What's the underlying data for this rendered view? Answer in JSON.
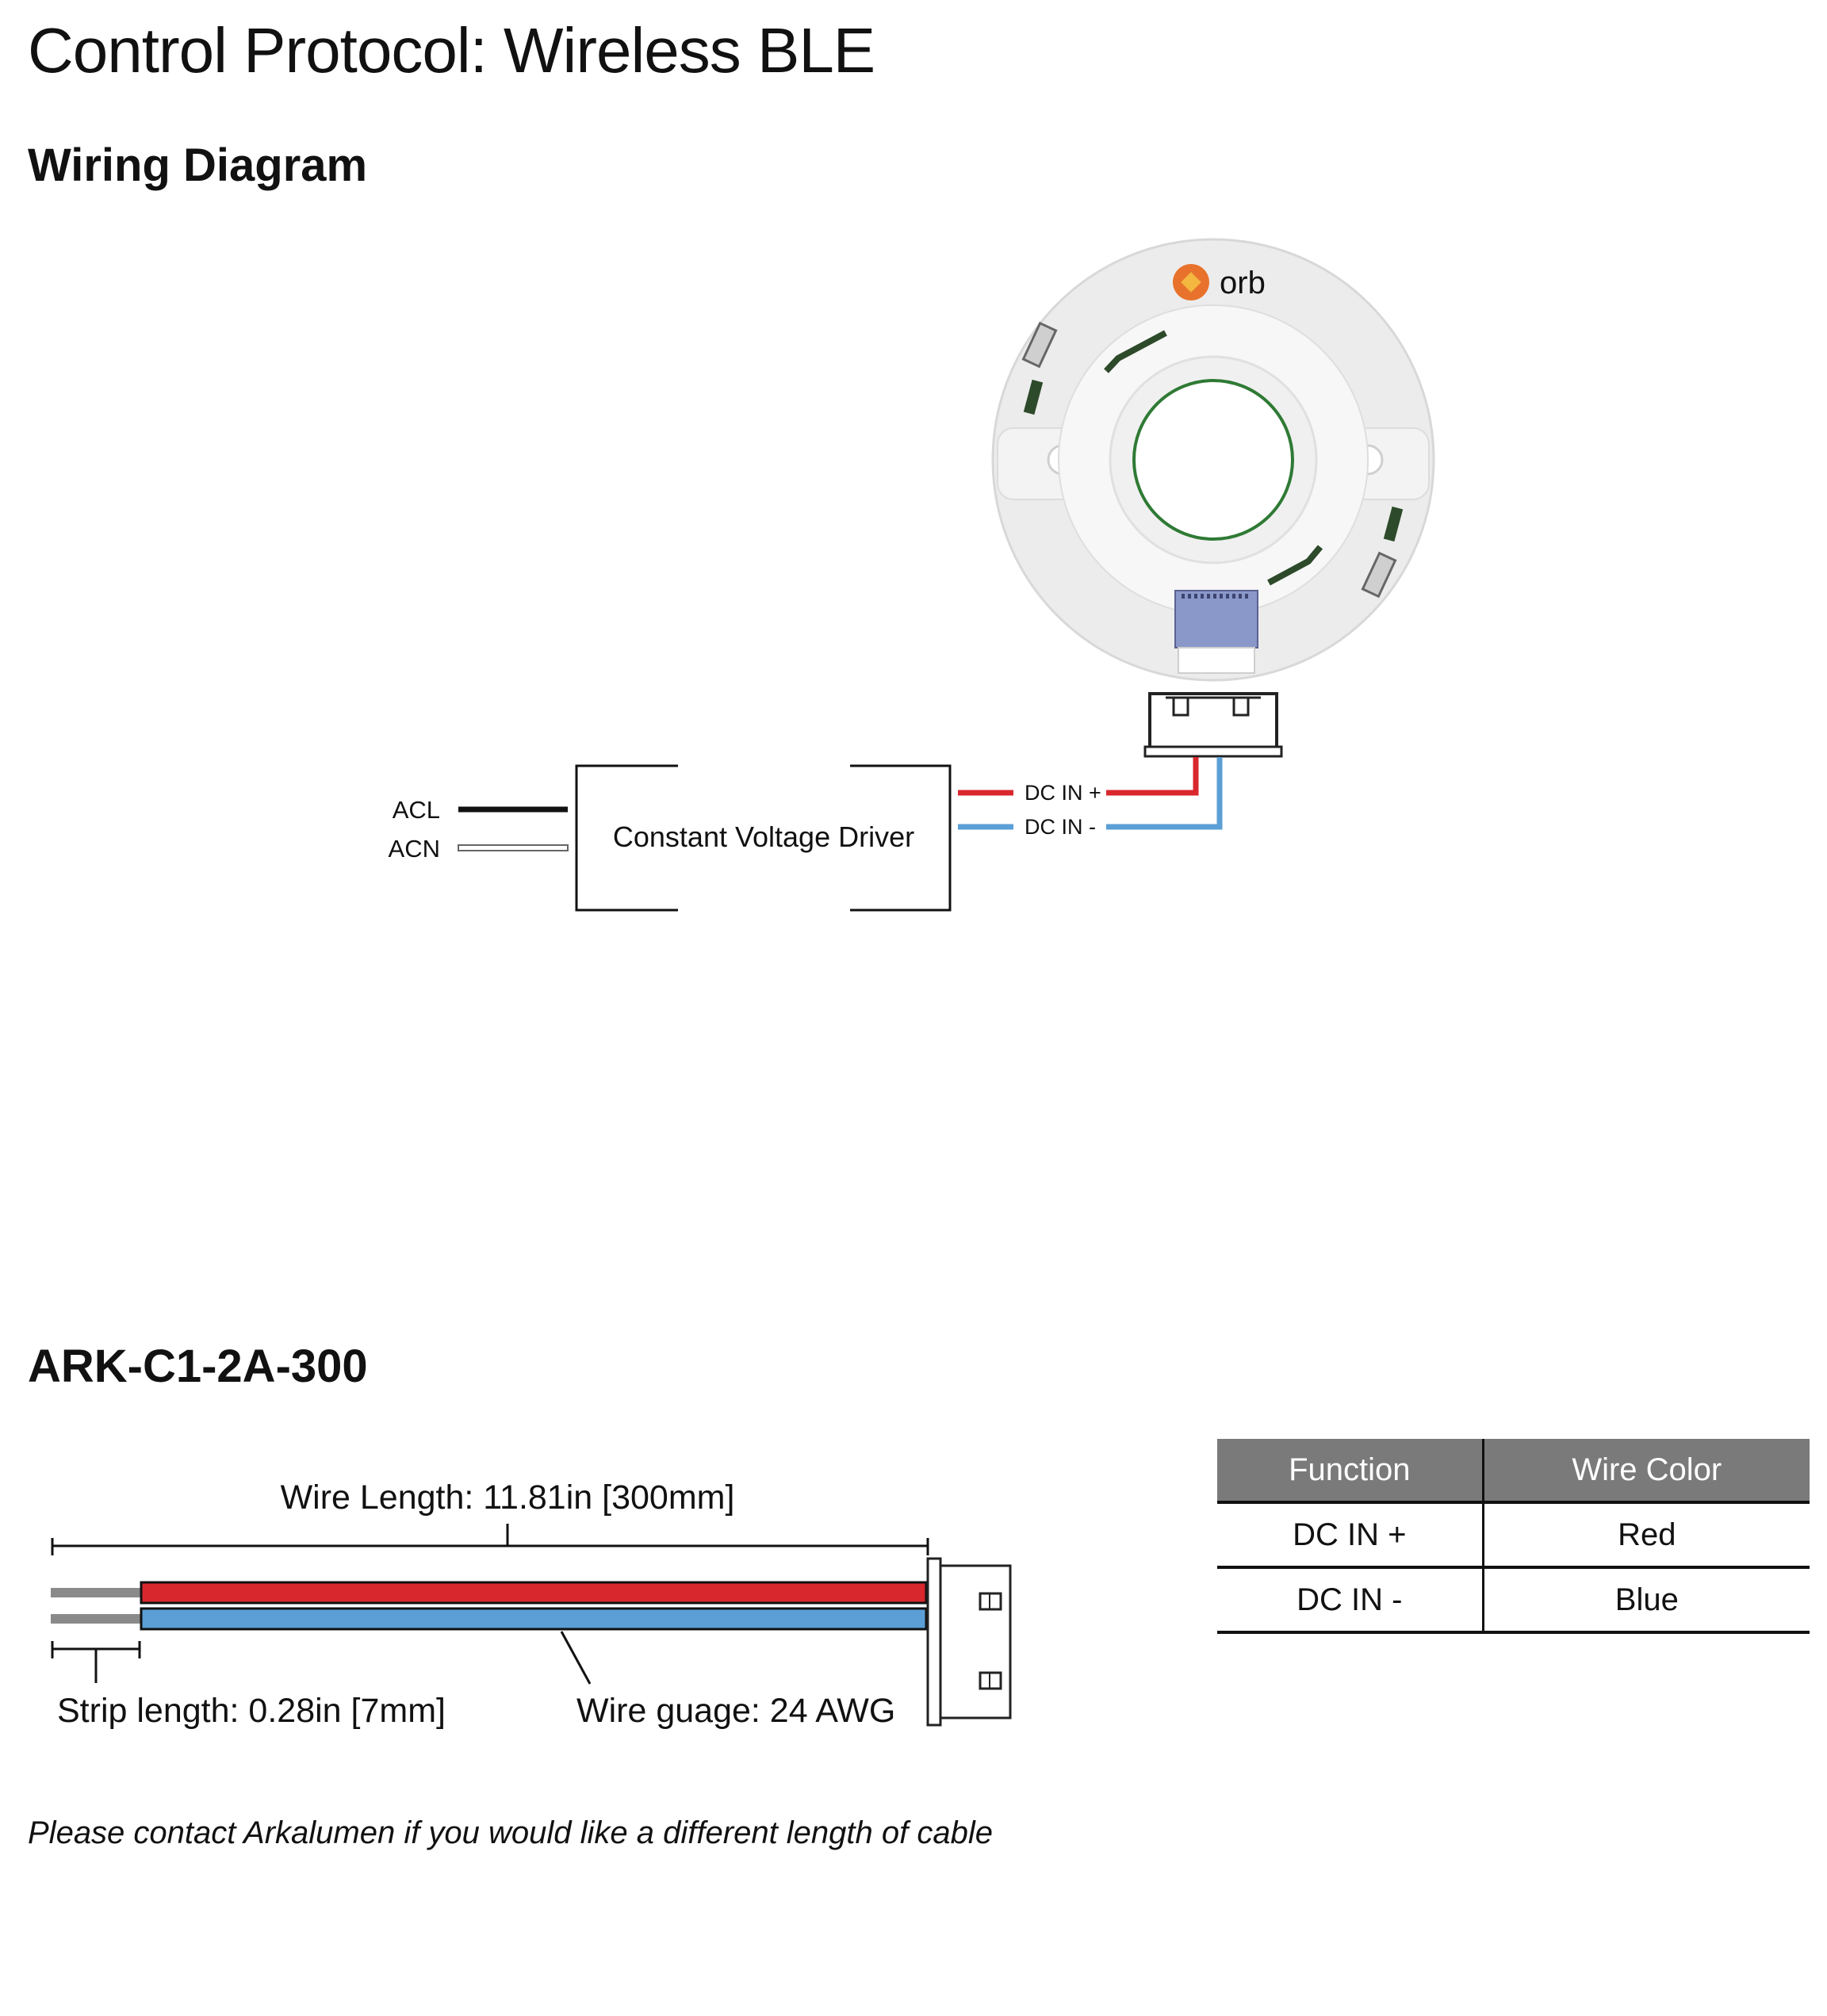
{
  "page": {
    "title": "Control Protocol: Wireless BLE",
    "wiring_heading": "Wiring Diagram",
    "part_heading": "ARK-C1-2A-300",
    "contact_note": "Please contact Arkalumen if you would like a different length of cable"
  },
  "wiring_diagram": {
    "device_brand": "orb",
    "driver_label": "Constant Voltage Driver",
    "inputs": [
      "ACL",
      "ACN"
    ],
    "outputs": [
      "DC IN +",
      "DC IN -"
    ]
  },
  "cable_diagram": {
    "wire_length": "Wire Length: 11.81in [300mm]",
    "strip_length": "Strip length: 0.28in [7mm]",
    "wire_gauge": "Wire guage: 24 AWG"
  },
  "wire_table": {
    "headers": [
      "Function",
      "Wire Color"
    ],
    "rows": [
      [
        "DC IN +",
        "Red"
      ],
      [
        "DC IN -",
        "Blue"
      ]
    ]
  },
  "colors": {
    "red_wire": "#d9272e",
    "blue_wire": "#5b9fd6",
    "header_gray": "#7a7a7a",
    "brand_orange": "#e8722c",
    "pcb_green": "#2d5a2a",
    "connector_blue": "#8a97c9"
  }
}
